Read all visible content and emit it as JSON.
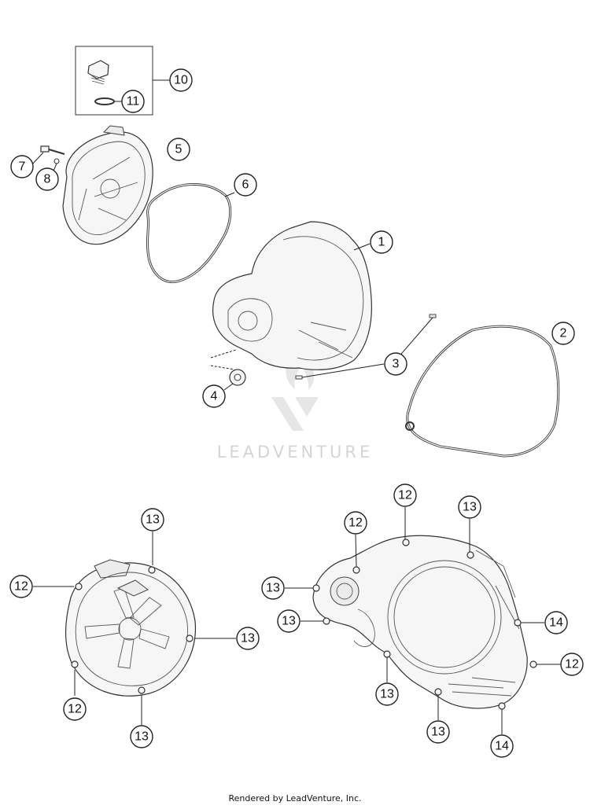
{
  "callouts": {
    "c1": "1",
    "c2": "2",
    "c3": "3",
    "c4": "4",
    "c5": "5",
    "c6": "6",
    "c7": "7",
    "c8": "8",
    "c10": "10",
    "c11": "11",
    "l12a": "12",
    "l12b": "12",
    "l13a": "13",
    "l13b": "13",
    "l13c": "13",
    "r12a": "12",
    "r12b": "12",
    "r12c": "12",
    "r13a": "13",
    "r13b": "13",
    "r13c": "13",
    "r13d": "13",
    "r13e": "13",
    "r14a": "14",
    "r14b": "14"
  },
  "watermark": "LEADVENTURE",
  "footer": "Rendered by LeadVenture, Inc."
}
